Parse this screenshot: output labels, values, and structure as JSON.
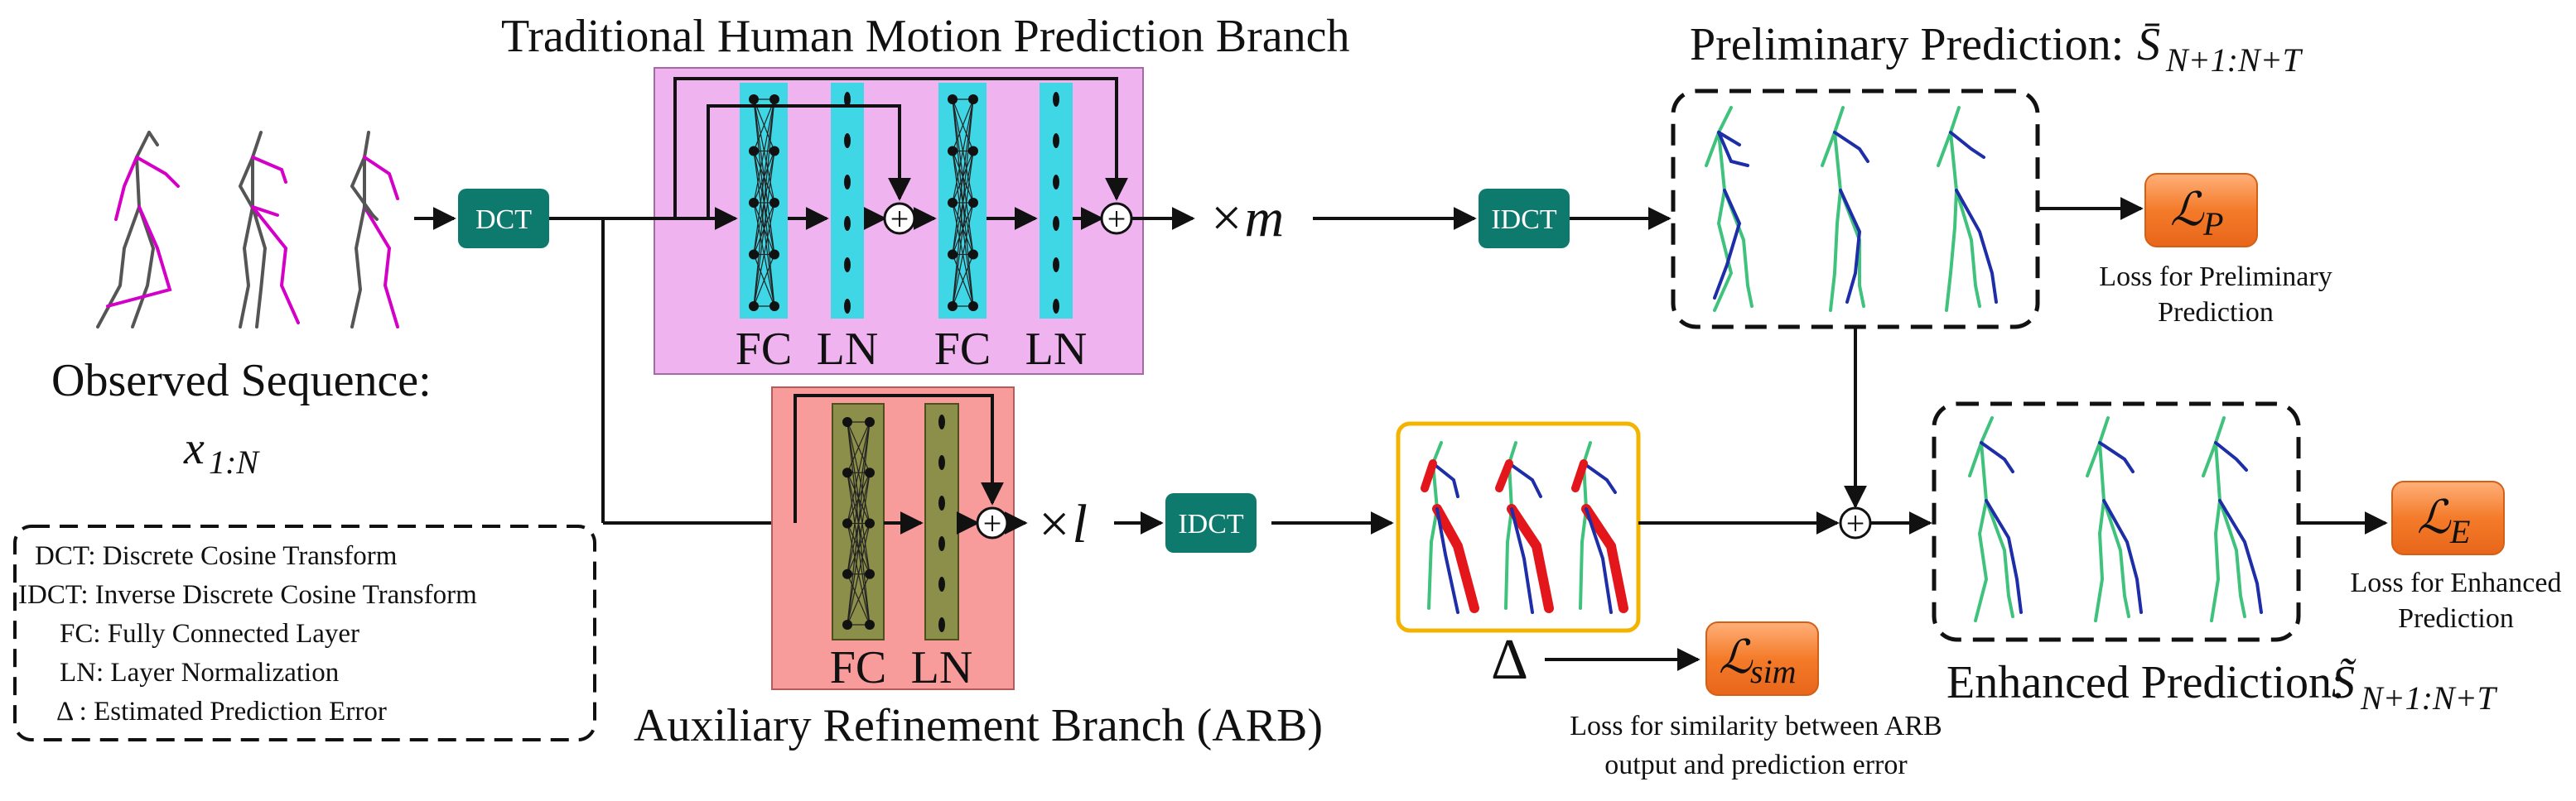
{
  "titles": {
    "traditional_branch": "Traditional Human Motion Prediction Branch",
    "arb": "Auxiliary Refinement Branch (ARB)",
    "preliminary_prediction": "Preliminary Prediction:",
    "enhanced_prediction": "Enhanced Prediction:",
    "observed_sequence": "Observed Sequence:"
  },
  "math": {
    "x_input": "x",
    "x_input_sub": "1:N",
    "times_m": "×m",
    "times_l": "×l",
    "s_bar": "S̄",
    "s_bar_sub": "N+1:N+T",
    "s_tilde": "S̃",
    "s_tilde_sub": "N+1:N+T",
    "delta": "Δ",
    "plus": "+"
  },
  "blocks": {
    "dct": "DCT",
    "idct_top": "IDCT",
    "idct_bottom": "IDCT"
  },
  "layer_labels": {
    "fc1": "FC",
    "ln1": "LN",
    "fc2": "FC",
    "ln2": "LN",
    "arb_fc": "FC",
    "arb_ln": "LN"
  },
  "losses": {
    "lp_main": "ℒ",
    "lp_sub": "P",
    "lp_caption_1": "Loss for Preliminary",
    "lp_caption_2": "Prediction",
    "le_main": "ℒ",
    "le_sub": "E",
    "le_caption_1": "Loss for Enhanced",
    "le_caption_2": "Prediction",
    "lsim_main": "ℒ",
    "lsim_sub": "sim",
    "lsim_caption_1": "Loss for similarity between ARB",
    "lsim_caption_2": "output and prediction error"
  },
  "legend": [
    "DCT: Discrete Cosine Transform",
    "IDCT:  Inverse Discrete Cosine Transform",
    "FC: Fully Connected Layer",
    "LN: Layer Normalization",
    "Δ  : Estimated  Prediction Error"
  ],
  "colors": {
    "teal_block": "#0e7a6e",
    "pink_region": "#efb3ef",
    "salmon_region": "#f79b9b",
    "cyan_layer": "#3fd6e6",
    "olive_layer": "#8c8f4a",
    "orange_loss": "#f47b2a",
    "skeleton_input_dark": "#555555",
    "skeleton_input_accent": "#d400c8",
    "skeleton_pred_green": "#3ec27c",
    "skeleton_pred_blue": "#1d2ea8",
    "error_red": "#e3161b",
    "arb_output_border": "#f2b400"
  }
}
